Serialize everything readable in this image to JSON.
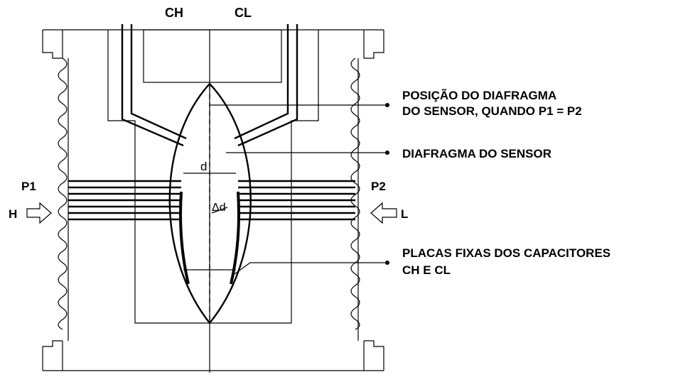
{
  "labels": {
    "ch": "CH",
    "cl": "CL",
    "p1": "P1",
    "p2": "P2",
    "h": "H",
    "l": "L",
    "d": "d",
    "delta_d": "Δd"
  },
  "callouts": {
    "diaphragm_position_line1": "POSIÇÃO DO DIAFRAGMA",
    "diaphragm_position_line2": "DO SENSOR, QUANDO P1 = P2",
    "sensor_diaphragm": "DIAFRAGMA DO SENSOR",
    "fixed_plates_line1": "PLACAS FIXAS DOS CAPACITORES",
    "fixed_plates_line2": "CH E CL"
  }
}
